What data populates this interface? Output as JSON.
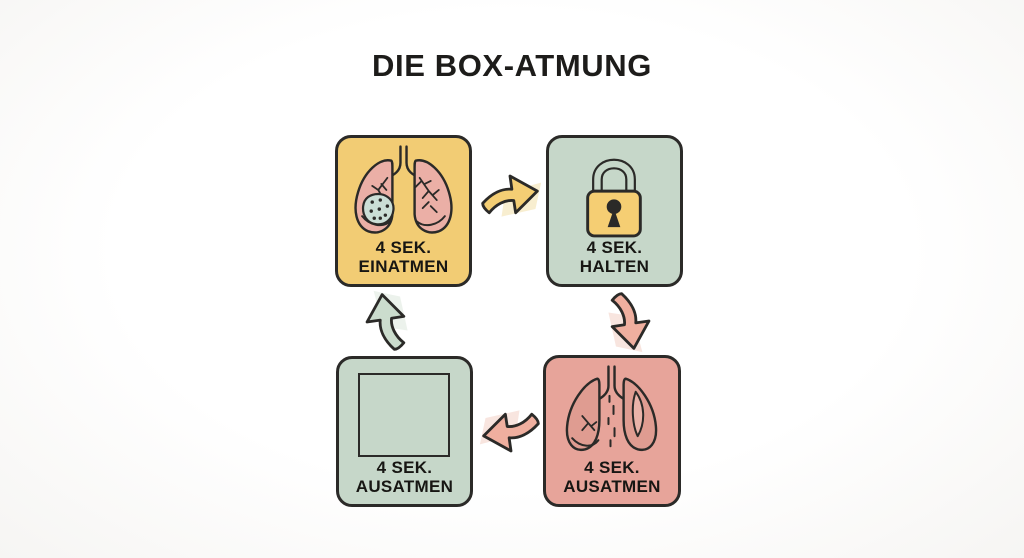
{
  "title": "DIE BOX-ATMUNG",
  "steps": [
    {
      "order": 1,
      "duration": "4 SEK.",
      "action": "EINATMEN",
      "icon": "lungs-inhale-icon",
      "bg": "#F2CC74"
    },
    {
      "order": 2,
      "duration": "4 SEK.",
      "action": "HALTEN",
      "icon": "padlock-icon",
      "bg": "#C6D7C9"
    },
    {
      "order": 3,
      "duration": "4 SEK.",
      "action": "AUSATMEN",
      "icon": "lungs-exhale-icon",
      "bg": "#E7A49A"
    },
    {
      "order": 4,
      "duration": "4 SEK.",
      "action": "AUSATMEN",
      "icon": "square-outline-icon",
      "bg": "#C6D7C9"
    }
  ],
  "arrows": [
    {
      "from": 1,
      "to": 2,
      "direction": "right",
      "color": "#F4CE74",
      "shadow": "#F3E0A9"
    },
    {
      "from": 2,
      "to": 3,
      "direction": "down",
      "color": "#EFAF9F",
      "shadow": "#F3CFC4"
    },
    {
      "from": 3,
      "to": 4,
      "direction": "left",
      "color": "#EFAF9F",
      "shadow": "#F3CFC4"
    },
    {
      "from": 4,
      "to": 1,
      "direction": "up",
      "color": "#CBDCCD",
      "shadow": "#DDE8DC"
    }
  ],
  "palette": {
    "outline": "#2B2A28",
    "title_color": "#1D1C1A",
    "background": "#FDFDFC",
    "lung_pink": "#EBAFA6",
    "lung_dark_pink": "#DF9C91",
    "lock_yellow": "#F5CE73",
    "blob_green": "#CBDED6"
  }
}
